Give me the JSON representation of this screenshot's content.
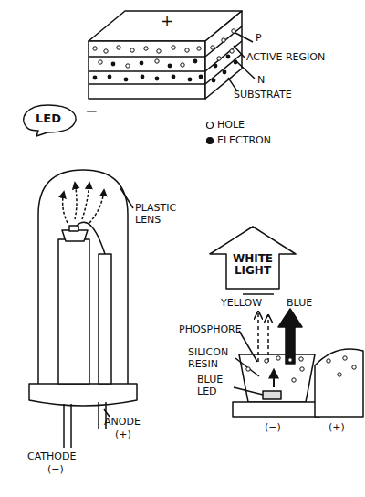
{
  "diagram": {
    "nodes": [
      {
        "text": [
          "LED"
        ]
      },
      {
        "text": [
          "WHITE LIGHT"
        ]
      }
    ],
    "labels": [
      "+",
      "P",
      "ACTIVE REGION",
      "N",
      "SUBSTRATE",
      "−",
      "PLASTIC LENS",
      "CATHODE",
      "(−)",
      "ANODE",
      "(+)",
      "YELLOW",
      "BLUE",
      "PHOSPHORE",
      "SILICON RESIN",
      "BLUE LED",
      "(−)",
      "(+)"
    ],
    "legend": [
      {
        "text": "HOLE"
      },
      {
        "text": "ELECTRON"
      }
    ]
  }
}
